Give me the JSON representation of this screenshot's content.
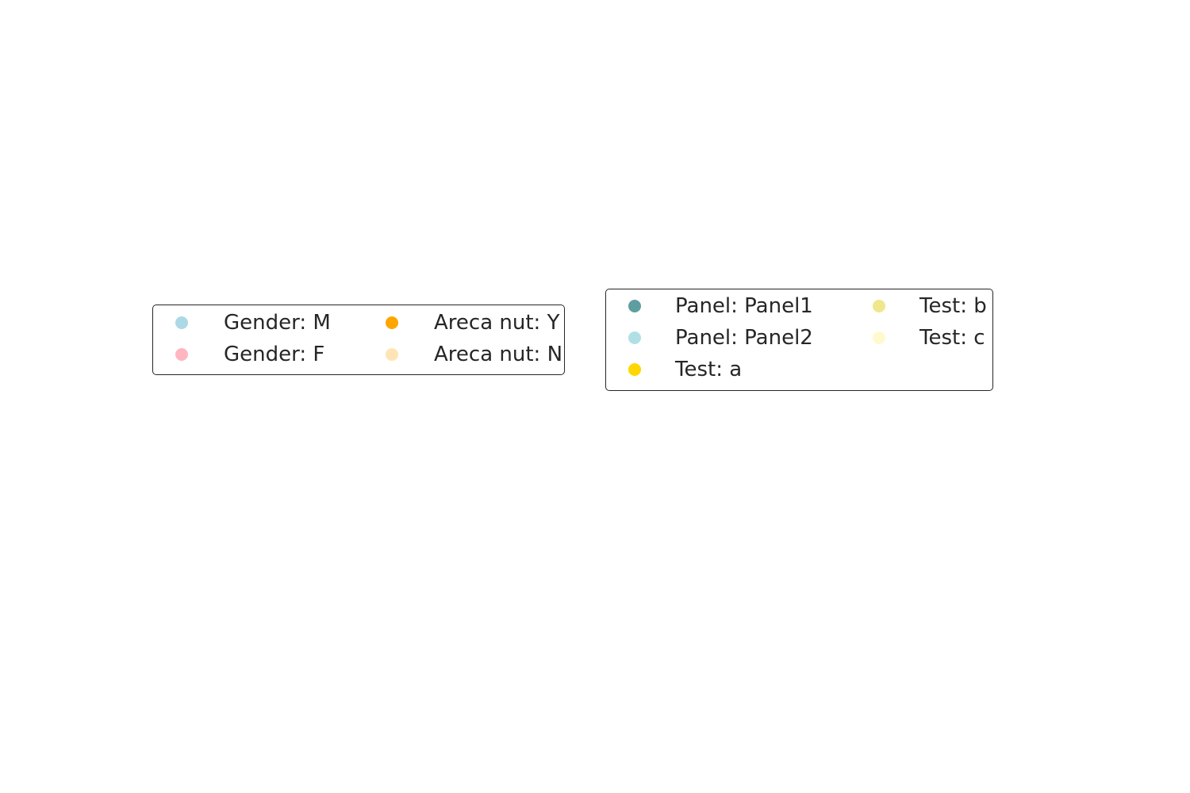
{
  "chart_data": {
    "type": "legend",
    "legends": [
      {
        "columns": 2,
        "entries": [
          {
            "label": "Gender: M",
            "color": "#add8e6"
          },
          {
            "label": "Gender: F",
            "color": "#ffb6c1"
          },
          {
            "label": "Areca nut: Y",
            "color": "#ffa500"
          },
          {
            "label": "Areca nut: N",
            "color": "#ffe4b5"
          }
        ]
      },
      {
        "columns": 2,
        "entries": [
          {
            "label": "Panel: Panel1",
            "color": "#5f9ea0"
          },
          {
            "label": "Panel: Panel2",
            "color": "#b0e0e6"
          },
          {
            "label": "Test: a",
            "color": "#ffd700"
          },
          {
            "label": "Test: b",
            "color": "#f0e68c"
          },
          {
            "label": "Test: c",
            "color": "#fffacd"
          }
        ]
      }
    ]
  }
}
